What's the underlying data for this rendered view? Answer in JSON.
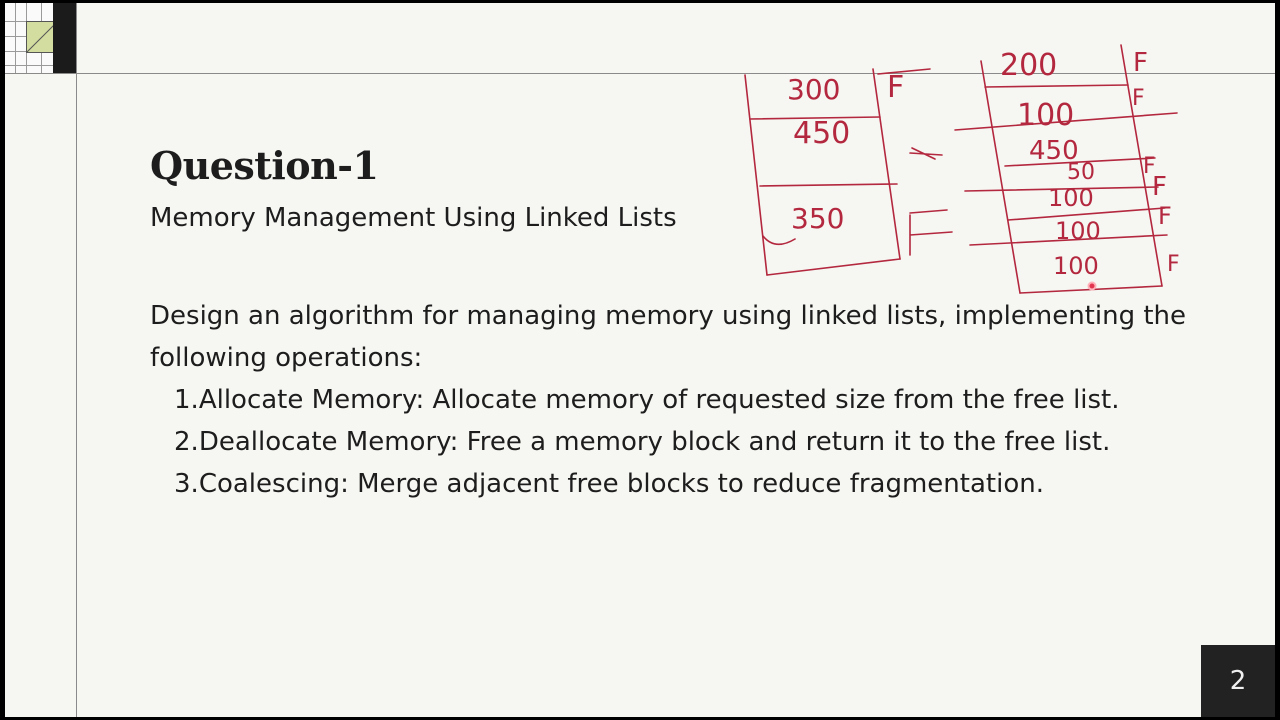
{
  "slide": {
    "title": "Question-1",
    "subtitle": "Memory Management Using Linked Lists",
    "intro": "Design an algorithm for managing memory using linked lists, implementing the following operations:",
    "operations": [
      {
        "number": "1.",
        "text": "Allocate Memory: Allocate memory of requested size from the free list."
      },
      {
        "number": "2.",
        "text": "Deallocate Memory: Free a memory block and return it to the free list."
      },
      {
        "number": "3.",
        "text": "Coalescing: Merge adjacent free blocks to reduce fragmentation."
      }
    ],
    "page_number": "2"
  },
  "annotations": {
    "ink_color": "#b3283e",
    "left_blocks": [
      "300",
      "450",
      "350"
    ],
    "left_marks": [
      "F"
    ],
    "right_blocks": [
      "200",
      "100",
      "450",
      "50",
      "100",
      "100",
      "100"
    ],
    "right_marks": [
      "F",
      "F",
      "F",
      "F",
      "F",
      "F"
    ]
  }
}
